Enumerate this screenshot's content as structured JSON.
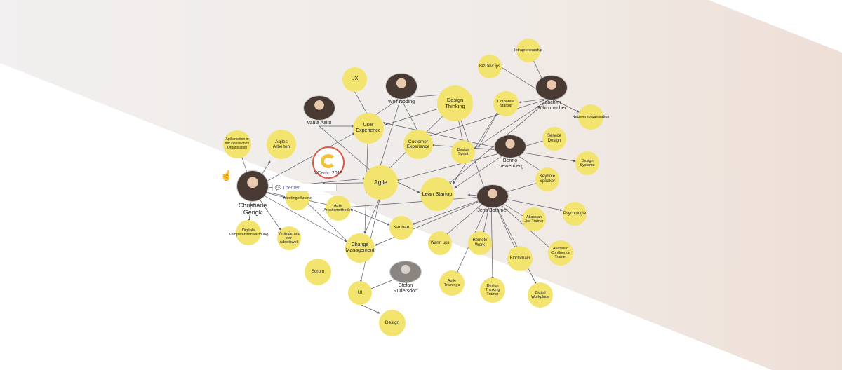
{
  "colors": {
    "node": "#f3e46f",
    "edge": "#5b5b6b",
    "xcamp_ring": "#e0574a",
    "xcamp_logo": "#f0c23a",
    "search_text": "#4a6fd0"
  },
  "search": {
    "placeholder": "Themen"
  },
  "nodes": {
    "ux": "UX",
    "bizdevops": "BizDevOps",
    "intrapreneurship": "Intrapreneurship",
    "design_thinking": "Design Thinking",
    "corporate_startup": "Corporate Startup",
    "netzwerkorganisation": "Netzwerkorganisation",
    "user_experience": "User Experience",
    "customer_experience": "Customer Experience",
    "agiles_arbeiten": "Agiles Arbeiten",
    "agil_klassisch": "Agil arbeiten in der klassischen Organisation",
    "design_sprint": "Design Sprint",
    "service_design": "Service Design",
    "design_systeme": "Design Systeme",
    "agile": "Agile",
    "lean_startup": "Lean Startup",
    "keynote_speaker": "Keynote Speaker",
    "meetingeffizienz": "Meetingeffizienz",
    "agile_arbeitsmethoden": "Agile Arbeitsmethoden",
    "psychologie": "Psychologie",
    "atlassian_jira": "Atlassian Jira Trainer",
    "kanban": "Kanban",
    "digitale_kompetenz": "Digitale Kompetenzentwicklung",
    "veraenderung": "Veränderung der Arbeitswelt",
    "warm_ups": "Warm ups",
    "remote_work": "Remote Work",
    "change_management": "Change Management",
    "atlassian_confluence": "Atlassian Confluence Trainer",
    "blockchain": "Blockchain",
    "scrum": "Scrum",
    "agile_trainings": "Agile Trainings",
    "design_thinking_trainer": "Design Thinking Trainer",
    "ui": "UI",
    "digital_workplace": "Digital Workplace",
    "design": "Design"
  },
  "people": {
    "wolf": "Wolf Nöding",
    "vaula": "Vaula Aalto",
    "joachim": "Joachim Schirrmacher",
    "benno": "Benno Loewenberg",
    "christiane": "Christiane Gerigk",
    "jens": "Jens Bothmer",
    "stefan": "Stefan Rudersdorf"
  },
  "xcamp": "XCamp 2019"
}
